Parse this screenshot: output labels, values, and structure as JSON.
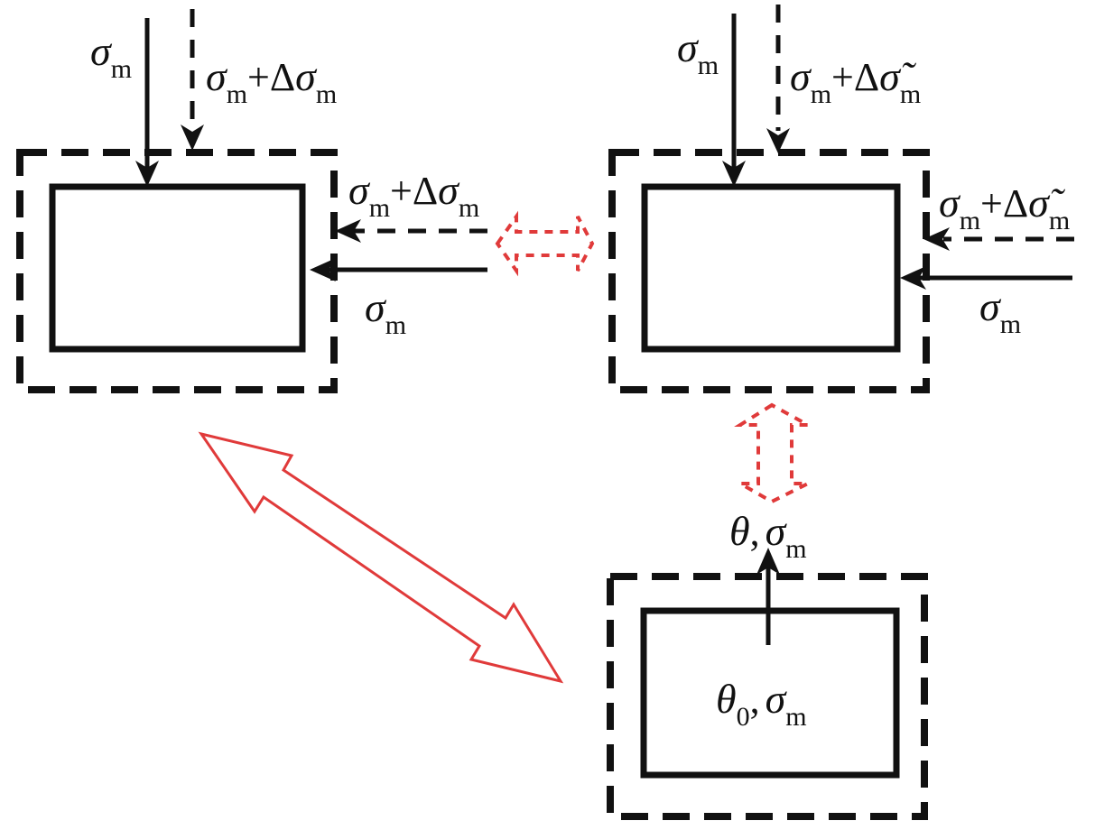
{
  "diagram": {
    "colors": {
      "stroke": "#111111",
      "highlight": "#e03a3a",
      "background": "#ffffff"
    },
    "element_a": {
      "top_solid_label": {
        "sym": "σ",
        "sub": "m"
      },
      "top_dashed_label": {
        "sym1": "σ",
        "sub1": "m",
        "op": "+Δ",
        "sym2": "σ",
        "sub2": "m"
      },
      "right_dashed_label": {
        "sym1": "σ",
        "sub1": "m",
        "op": "+Δ",
        "sym2": "σ",
        "sub2": "m"
      },
      "right_solid_label": {
        "sym": "σ",
        "sub": "m"
      }
    },
    "element_b": {
      "top_solid_label": {
        "sym": "σ",
        "sub": "m"
      },
      "top_dashed_label": {
        "sym1": "σ",
        "sub1": "m",
        "op": "+Δ",
        "sym2": "σ̃",
        "sub2": "m"
      },
      "right_dashed_label": {
        "sym1": "σ",
        "sub1": "m",
        "op": "+Δ",
        "sym2": "σ̃",
        "sub2": "m"
      },
      "right_solid_label": {
        "sym": "σ",
        "sub": "m"
      }
    },
    "element_c": {
      "outflow_label": {
        "sym1": "θ",
        "sep": ",",
        "sym2": "σ",
        "sub2": "m"
      },
      "inner_label": {
        "sym1": "θ",
        "sub1": "0",
        "sep": ",",
        "sym2": "σ",
        "sub2": "m"
      }
    }
  }
}
